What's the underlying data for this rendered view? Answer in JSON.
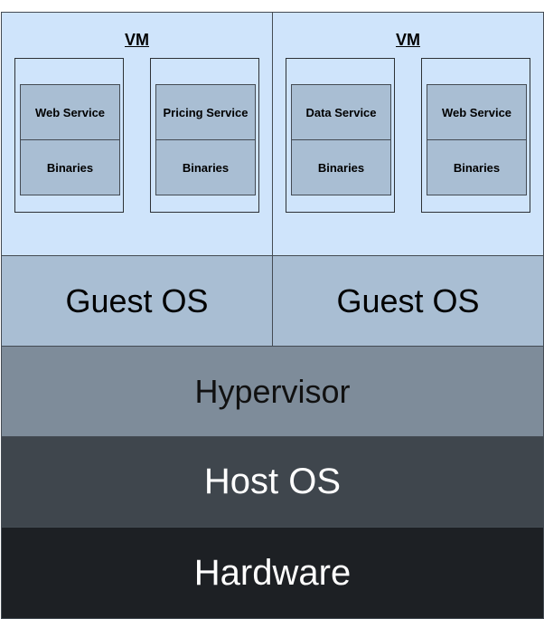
{
  "diagram": {
    "vms": [
      {
        "title": "VM",
        "containers": [
          {
            "service": "Web Service",
            "binaries": "Binaries"
          },
          {
            "service": "Pricing Service",
            "binaries": "Binaries"
          }
        ],
        "guest_os": "Guest OS"
      },
      {
        "title": "VM",
        "containers": [
          {
            "service": "Data Service",
            "binaries": "Binaries"
          },
          {
            "service": "Web Service",
            "binaries": "Binaries"
          }
        ],
        "guest_os": "Guest OS"
      }
    ],
    "hypervisor": "Hypervisor",
    "host_os": "Host OS",
    "hardware": "Hardware"
  },
  "colors": {
    "vm_background": "#cfe4fb",
    "service_cell": "#a9bed3",
    "guest_os": "#a9bed3",
    "hypervisor": "#7e8c9a",
    "host_os": "#3f464d",
    "hardware": "#1d2024"
  }
}
